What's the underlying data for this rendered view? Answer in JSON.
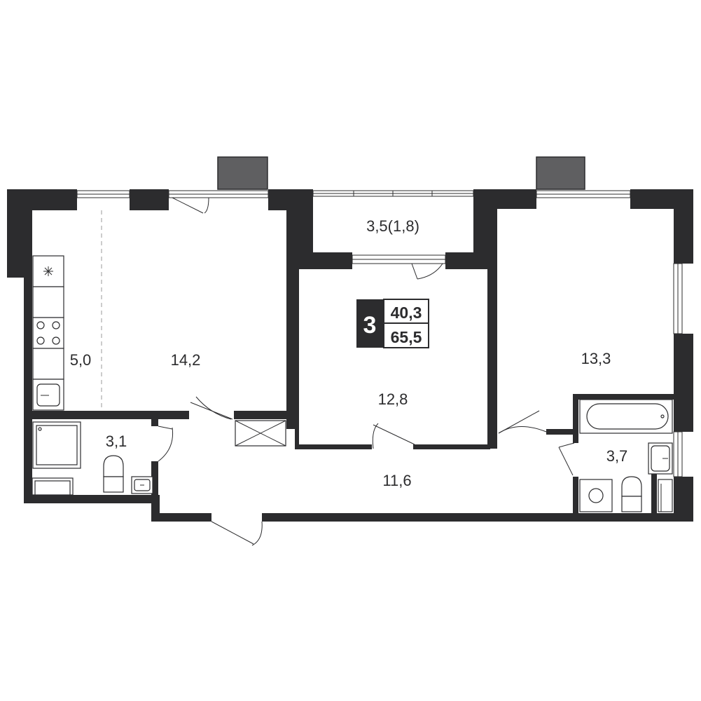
{
  "apartment": {
    "rooms_count": "3",
    "living_area": "40,3",
    "total_area": "65,5"
  },
  "rooms": {
    "kitchen": "5,0",
    "living": "14,2",
    "loggia": "3,5(1,8)",
    "bedroom_middle": "12,8",
    "bedroom_right": "13,3",
    "bathroom_left": "3,1",
    "hallway": "11,6",
    "bathroom_right": "3,7"
  },
  "colors": {
    "wall": "#2c2c2e",
    "ac_unit": "#5f5f61",
    "background": "#ffffff"
  }
}
